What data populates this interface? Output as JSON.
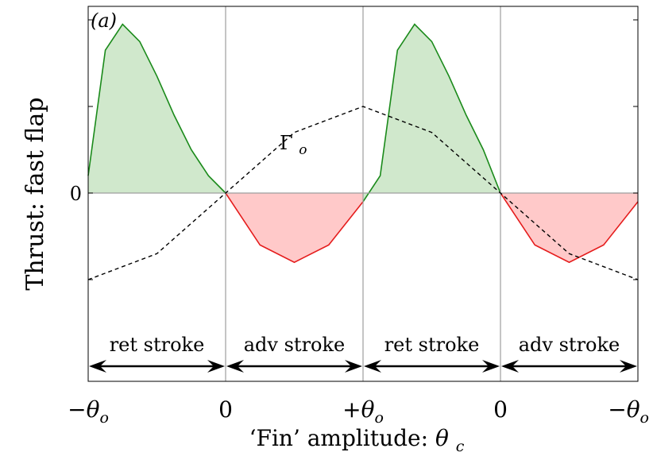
{
  "chart_data": {
    "type": "area",
    "panel_label": "(a)",
    "ylabel": "Thrust:  fast flap",
    "xlabel_prefix": "‘Fin’ amplitude: ",
    "xlabel_symbol": "θc",
    "y_tick_labels": [
      "0"
    ],
    "ylim": [
      -2.1,
      2.1
    ],
    "x_tick_labels": [
      "−θo",
      "0",
      "+θo",
      "0",
      "−θo"
    ],
    "grid": false,
    "segments": [
      {
        "label": "ret stroke",
        "start": 0,
        "end": 1,
        "sign": 1,
        "color": "#d0e8cc",
        "edge": "#1a8a1a"
      },
      {
        "label": "adv stroke",
        "start": 1,
        "end": 2,
        "sign": -1,
        "color": "#ffc9c9",
        "edge": "#e51c1c"
      },
      {
        "label": "ret stroke",
        "start": 2,
        "end": 3,
        "sign": 1,
        "color": "#d0e8cc",
        "edge": "#1a8a1a"
      },
      {
        "label": "adv stroke",
        "start": 3,
        "end": 4,
        "sign": -1,
        "color": "#ffc9c9",
        "edge": "#e51c1c"
      }
    ],
    "thrust_curve": {
      "x": [
        0,
        0.125,
        0.25,
        0.375,
        0.5,
        0.625,
        0.75,
        0.875,
        1,
        1.25,
        1.5,
        1.75,
        2,
        2.125,
        2.25,
        2.375,
        2.5,
        2.625,
        2.75,
        2.875,
        3,
        3.25,
        3.5,
        3.75,
        4
      ],
      "y": [
        0.2,
        1.65,
        1.95,
        1.75,
        1.35,
        0.9,
        0.5,
        0.2,
        0,
        -0.6,
        -0.8,
        -0.6,
        -0.1,
        0.2,
        1.65,
        1.95,
        1.75,
        1.35,
        0.9,
        0.5,
        0,
        -0.6,
        -0.8,
        -0.6,
        -0.1
      ]
    },
    "gamma_curve": {
      "name": "Γo",
      "x": [
        0,
        0.5,
        1,
        1.5,
        2,
        2.5,
        3,
        3.5,
        4
      ],
      "y": [
        -1,
        -0.7,
        0,
        0.7,
        1,
        0.7,
        0,
        -0.7,
        -1
      ]
    },
    "colors": {
      "positive_fill": "#d0e8cc",
      "positive_edge": "#1a8a1a",
      "negative_fill": "#ffc9c9",
      "negative_edge": "#e51c1c",
      "divider": "#9e9e9e"
    }
  }
}
